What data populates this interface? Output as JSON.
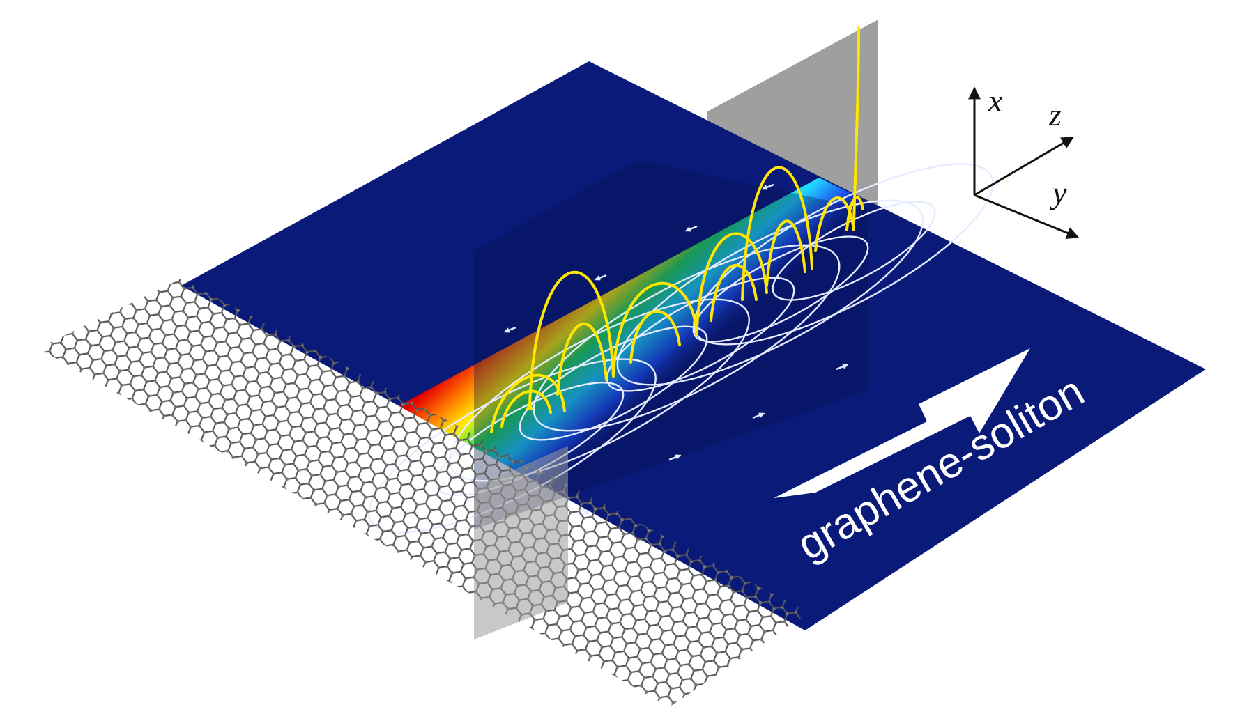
{
  "banner": {
    "label": "graphene-soliton"
  },
  "axes": {
    "x": "x",
    "y": "y",
    "z": "z"
  },
  "colors": {
    "plane": "#0a1a78",
    "plane_dark": "#081466",
    "field_lines": "#ffe600",
    "streamlines": "#e6ecff",
    "graphene": "#555555",
    "graphene_nodes": "#777777",
    "cross_plane": "#9a9a9a"
  }
}
